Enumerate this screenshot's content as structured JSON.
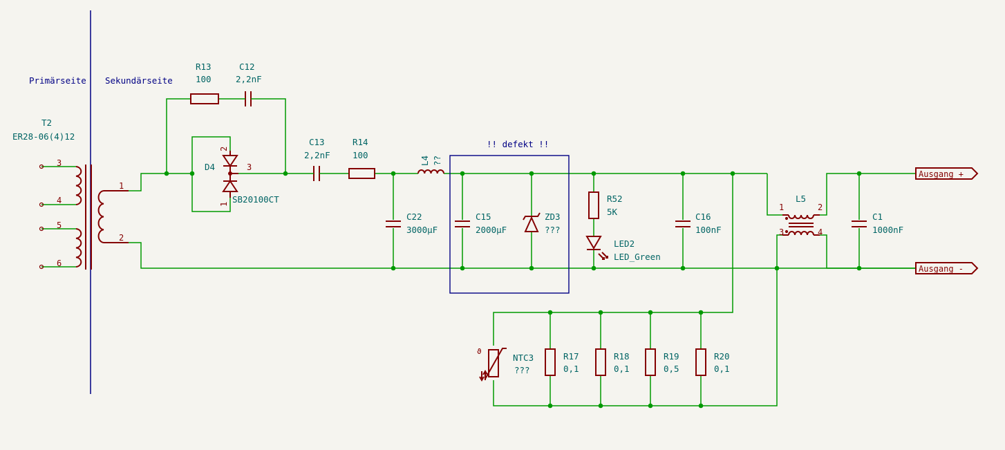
{
  "annotations": {
    "primary": "Primärseite",
    "secondary": "Sekundärseite",
    "defect": "!! defekt !!"
  },
  "colors": {
    "wire": "#009900",
    "component": "#840000",
    "text": "#006464",
    "note": "#000084",
    "background": "#f5f4ef"
  },
  "components": {
    "T2": {
      "ref": "T2",
      "value": "ER28-06(4)12",
      "pins": [
        "3",
        "4",
        "5",
        "6",
        "1",
        "2"
      ]
    },
    "R13": {
      "ref": "R13",
      "value": "100"
    },
    "C12": {
      "ref": "C12",
      "value": "2,2nF"
    },
    "D4": {
      "ref": "D4",
      "value": "SB20100CT",
      "pins": [
        "2",
        "3",
        "1"
      ]
    },
    "C13": {
      "ref": "C13",
      "value": "2,2nF"
    },
    "R14": {
      "ref": "R14",
      "value": "100"
    },
    "L4": {
      "ref": "L4",
      "value": "??"
    },
    "C22": {
      "ref": "C22",
      "value": "3000µF"
    },
    "C15": {
      "ref": "C15",
      "value": "2000µF"
    },
    "ZD3": {
      "ref": "ZD3",
      "value": "???"
    },
    "R52": {
      "ref": "R52",
      "value": "5K"
    },
    "LED2": {
      "ref": "LED2",
      "value": "LED_Green"
    },
    "C16": {
      "ref": "C16",
      "value": "100nF"
    },
    "L5": {
      "ref": "L5",
      "pins": [
        "1",
        "2",
        "3",
        "4"
      ]
    },
    "C1": {
      "ref": "C1",
      "value": "1000nF"
    },
    "NTC3": {
      "ref": "NTC3",
      "value": "???"
    },
    "R17": {
      "ref": "R17",
      "value": "0,1"
    },
    "R18": {
      "ref": "R18",
      "value": "0,1"
    },
    "R19": {
      "ref": "R19",
      "value": "0,5"
    },
    "R20": {
      "ref": "R20",
      "value": "0,1"
    }
  },
  "labels": {
    "out_plus": "Ausgang +",
    "out_minus": "Ausgang -"
  }
}
